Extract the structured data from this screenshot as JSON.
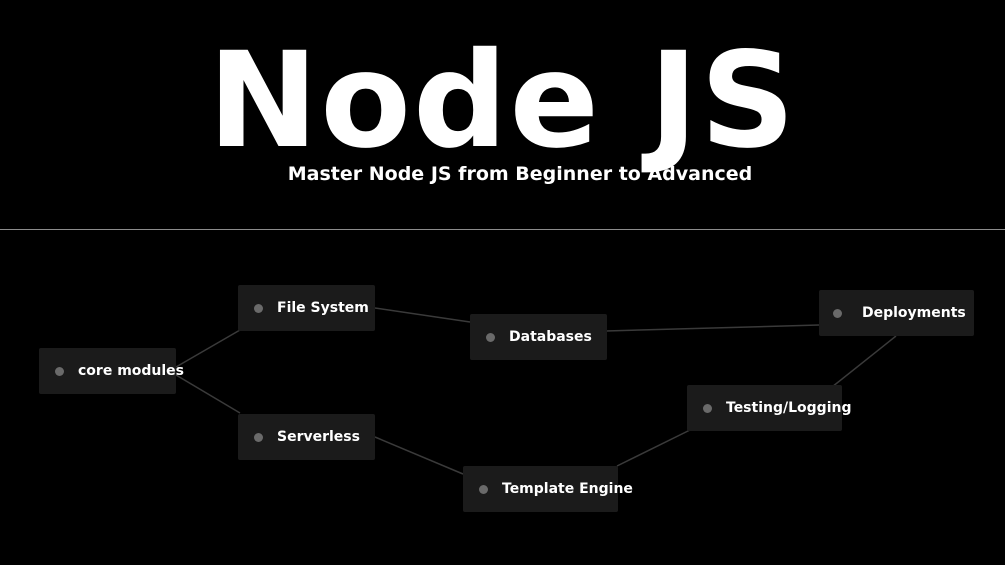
{
  "header": {
    "title": "Node JS",
    "subtitle": "Master Node JS from Beginner to Advanced"
  },
  "colors": {
    "background": "#000000",
    "node_fill": "#1b1b1b",
    "node_dot": "#6a6a6a",
    "edge": "#3a3a3a",
    "divider": "#8c8c8c",
    "text": "#ffffff"
  },
  "diagram": {
    "nodes": [
      {
        "id": "core",
        "label": "core modules"
      },
      {
        "id": "fs",
        "label": "File System"
      },
      {
        "id": "serverless",
        "label": "Serverless"
      },
      {
        "id": "databases",
        "label": "Databases"
      },
      {
        "id": "template",
        "label": "Template Engine"
      },
      {
        "id": "testing",
        "label": "Testing/Logging"
      },
      {
        "id": "deploy",
        "label": "Deployments"
      }
    ],
    "edges": [
      {
        "from": "core",
        "to": "fs"
      },
      {
        "from": "core",
        "to": "serverless"
      },
      {
        "from": "fs",
        "to": "databases"
      },
      {
        "from": "serverless",
        "to": "template"
      },
      {
        "from": "databases",
        "to": "deploy"
      },
      {
        "from": "template",
        "to": "testing"
      },
      {
        "from": "testing",
        "to": "deploy"
      }
    ]
  }
}
